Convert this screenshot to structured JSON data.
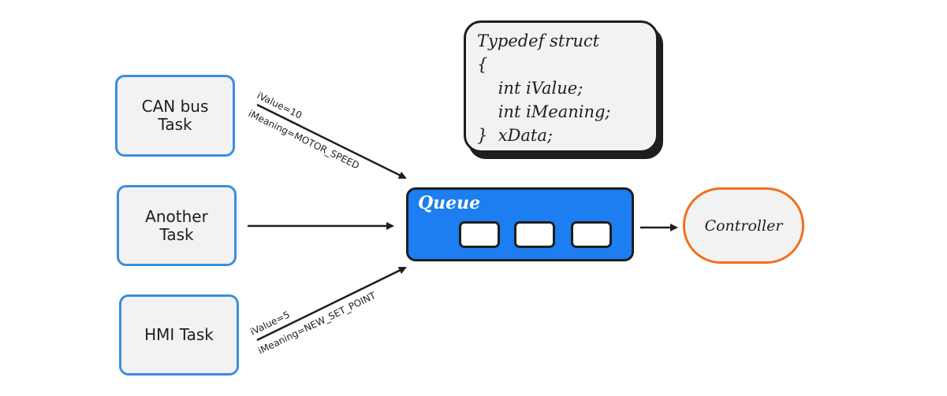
{
  "tasks": {
    "can": [
      "CAN bus",
      "Task"
    ],
    "another": [
      "Another",
      "Task"
    ],
    "hmi": "HMI Task"
  },
  "struct": {
    "lines": [
      "Typedef struct",
      "{",
      "    int iValue;",
      "    int iMeaning;",
      "}  xData;"
    ]
  },
  "queue": {
    "title": "Queue",
    "slot_count": 3
  },
  "controller": {
    "label": "Controller"
  },
  "messages": {
    "can": {
      "value": "iValue=10",
      "meaning": "iMeaning=MOTOR_SPEED"
    },
    "hmi": {
      "value": "iValue=5",
      "meaning": "iMeaning=NEW_SET_POINT"
    }
  }
}
